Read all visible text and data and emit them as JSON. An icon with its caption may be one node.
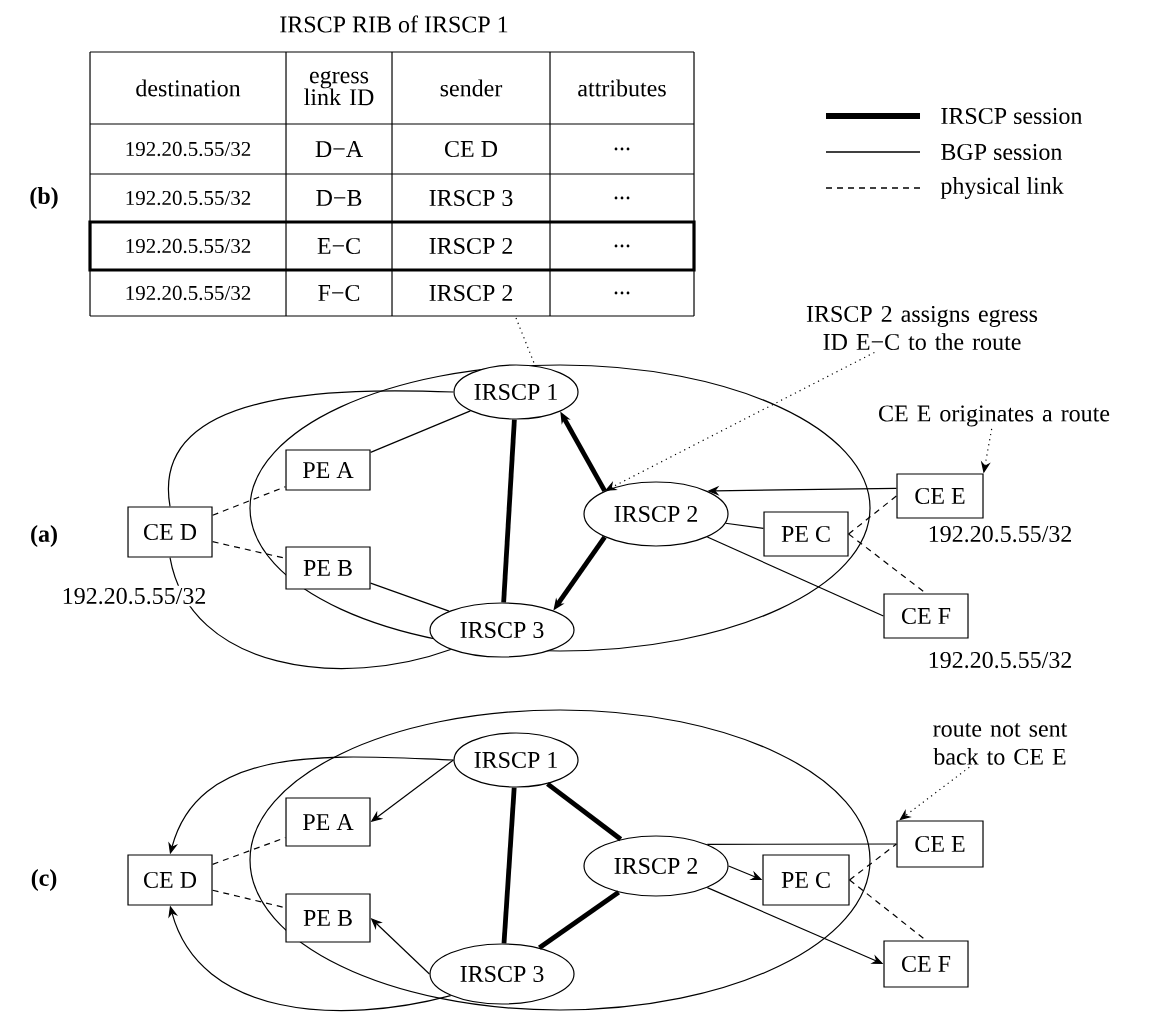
{
  "diagram": {
    "nodes": [
      {
        "text": [],
        "shape": "ellipse"
      },
      {
        "text": [
          "IRSCP 1"
        ],
        "in": 0
      },
      {
        "text": [
          "PE A"
        ],
        "in": 0
      },
      {
        "text": [
          "PE B"
        ],
        "in": 0
      },
      {
        "text": [
          "IRSCP 2"
        ],
        "in": 0
      },
      {
        "text": [
          "PE C"
        ],
        "in": 0
      },
      {
        "text": [
          "IRSCP 3"
        ],
        "in": 0
      },
      {
        "text": [
          "CE D"
        ],
        "beside": [
          "192.20.5.55/32"
        ]
      },
      {
        "text": [
          "CE E"
        ],
        "beside": [
          "192.20.5.55/32"
        ]
      },
      {
        "text": [
          "CE F"
        ],
        "beside": [
          "192.20.5.55/32"
        ]
      },
      {
        "text": [
          "IRSCP 2 assigns egress ID E−C to the route"
        ]
      },
      {
        "text": [
          "CE E originates a route"
        ]
      },
      {
        "text": [],
        "shape": "ellipse"
      },
      {
        "text": [
          "IRSCP 1"
        ],
        "in": 12
      },
      {
        "text": [
          "PE A"
        ],
        "in": 12
      },
      {
        "text": [
          "PE B"
        ],
        "in": 12
      },
      {
        "text": [
          "IRSCP 2"
        ],
        "in": 12
      },
      {
        "text": [
          "PE C"
        ],
        "in": 12
      },
      {
        "text": [
          "IRSCP 3"
        ],
        "in": 12
      },
      {
        "text": [
          "CE D"
        ]
      },
      {
        "text": [
          "CE E"
        ]
      },
      {
        "text": [
          "CE F"
        ]
      },
      {
        "text": [
          "route not sent back to CE E"
        ]
      }
    ],
    "edges": [
      {
        "from": null,
        "to": 0,
        "arrow": "none",
        "style": "dashed"
      },
      {
        "from": 7,
        "to": 2,
        "arrow": "none",
        "style": "dashed"
      },
      {
        "from": 7,
        "to": 3,
        "arrow": "none",
        "style": "dashed"
      },
      {
        "from": 7,
        "to": 1,
        "arrow": "none"
      },
      {
        "from": 7,
        "to": 6,
        "arrow": "none"
      },
      {
        "from": 2,
        "to": 1,
        "arrow": "none"
      },
      {
        "from": 3,
        "to": 6,
        "arrow": "none"
      },
      {
        "from": 1,
        "to": 6,
        "arrow": "none",
        "style": "thick"
      },
      {
        "from": 4,
        "to": 1,
        "arrow": "to",
        "style": "thick"
      },
      {
        "from": 4,
        "to": 6,
        "arrow": "to",
        "style": "thick"
      },
      {
        "from": 8,
        "to": 4,
        "arrow": "to"
      },
      {
        "from": 4,
        "to": 5,
        "arrow": "none"
      },
      {
        "from": 4,
        "to": 9,
        "arrow": "none"
      },
      {
        "from": 5,
        "to": 8,
        "arrow": "none",
        "style": "dashed"
      },
      {
        "from": 5,
        "to": 9,
        "arrow": "none",
        "style": "dashed"
      },
      {
        "from": 10,
        "to": 4,
        "arrow": "to",
        "style": "dashed"
      },
      {
        "from": 11,
        "to": 8,
        "arrow": "to",
        "style": "dashed"
      },
      {
        "from": 19,
        "to": 14,
        "arrow": "none",
        "style": "dashed"
      },
      {
        "from": 19,
        "to": 15,
        "arrow": "none",
        "style": "dashed"
      },
      {
        "from": 13,
        "to": 19,
        "arrow": "to"
      },
      {
        "from": 18,
        "to": 19,
        "arrow": "to"
      },
      {
        "from": 13,
        "to": 14,
        "arrow": "to"
      },
      {
        "from": 18,
        "to": 15,
        "arrow": "to"
      },
      {
        "from": 13,
        "to": 18,
        "arrow": "none",
        "style": "thick"
      },
      {
        "from": 13,
        "to": 16,
        "arrow": "none",
        "style": "thick"
      },
      {
        "from": 16,
        "to": 18,
        "arrow": "none",
        "style": "thick"
      },
      {
        "from": 16,
        "to": 17,
        "arrow": "to"
      },
      {
        "from": 16,
        "to": 20,
        "arrow": "none"
      },
      {
        "from": 16,
        "to": 21,
        "arrow": "to"
      },
      {
        "from": 17,
        "to": 20,
        "arrow": "none",
        "style": "dashed"
      },
      {
        "from": 17,
        "to": 21,
        "arrow": "none",
        "style": "dashed"
      },
      {
        "from": 22,
        "to": 20,
        "arrow": "to",
        "style": "dashed"
      }
    ],
    "labels": [
      "IRSCP RIB of IRSCP 1",
      "destination",
      "egress link ID",
      "sender",
      "attributes",
      "192.20.5.55/32",
      "D−A",
      "CE D",
      "...",
      "192.20.5.55/32",
      "D−B",
      "IRSCP 3",
      "...",
      "192.20.5.55/32",
      "E−C",
      "IRSCP 2",
      "...",
      "192.20.5.55/32",
      "F−C",
      "IRSCP 2",
      "...",
      "(b)",
      "(a)",
      "(c)"
    ],
    "legend": [
      {
        "text": "IRSCP session"
      },
      {
        "text": "BGP session"
      },
      {
        "text": "physical link"
      }
    ]
  }
}
